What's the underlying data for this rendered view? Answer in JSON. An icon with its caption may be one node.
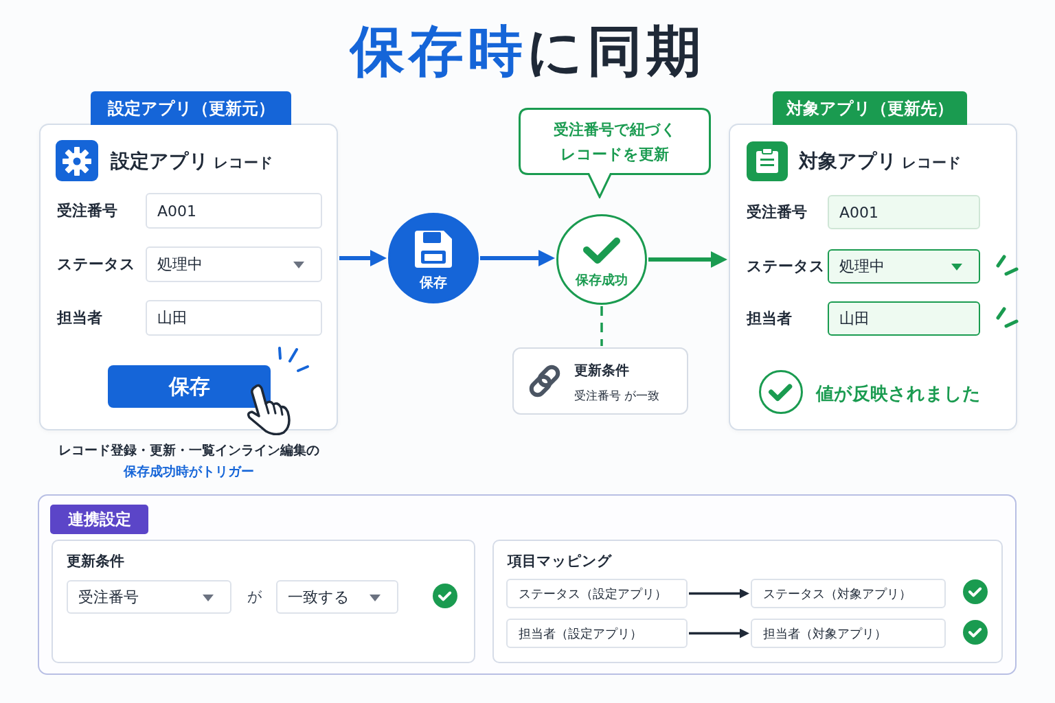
{
  "diagram": {
    "title": "保存時に同期",
    "nodes": [
      {
        "text": [
          "設定アプリ（更新元）",
          "**設定アプリ** レコード"
        ],
        "beside": [
          "レコード登録・更新・一覧インライン編集の",
          "保存成功時がトリガー"
        ]
      },
      {
        "text": [
          "A001"
        ],
        "in": 0,
        "beside": [
          "受注番号"
        ]
      },
      {
        "text": [
          "処理中"
        ],
        "in": 0,
        "beside": [
          "ステータス"
        ]
      },
      {
        "text": [
          "山田"
        ],
        "in": 0,
        "beside": [
          "担当者"
        ]
      },
      {
        "text": [
          "保存"
        ],
        "in": 0
      },
      {
        "text": [
          "保存"
        ]
      },
      {
        "text": [
          "受注番号で紐づくレコードを更新"
        ]
      },
      {
        "text": [
          "保存成功"
        ]
      },
      {
        "text": [
          "更新条件",
          "受注番号 が一致"
        ]
      },
      {
        "text": [
          "対象アプリ（更新先）",
          "**対象アプリ** レコード"
        ]
      },
      {
        "text": [
          "A001"
        ],
        "in": 9,
        "beside": [
          "受注番号"
        ]
      },
      {
        "text": [
          "処理中"
        ],
        "in": 9,
        "beside": [
          "ステータス"
        ]
      },
      {
        "text": [
          "山田"
        ],
        "in": 9,
        "beside": [
          "担当者"
        ]
      },
      {
        "text": [
          "連携設定"
        ]
      },
      {
        "text": [
          "更新条件"
        ],
        "in": 13
      },
      {
        "text": [
          "受注番号"
        ],
        "in": 14
      },
      {
        "text": [
          "一致する"
        ],
        "in": 14
      },
      {
        "text": [
          "項目マッピング"
        ],
        "in": 13
      },
      {
        "text": [
          "ステータス（設定アプリ）"
        ],
        "in": 17
      },
      {
        "text": [
          "ステータス（対象アプリ）"
        ],
        "in": 17
      },
      {
        "text": [
          "担当者（設定アプリ）"
        ],
        "in": 17
      },
      {
        "text": [
          "担当者（対象アプリ）"
        ],
        "in": 17
      }
    ],
    "edges": [
      {
        "from": 0,
        "to": 5,
        "arrow": "to"
      },
      {
        "from": 5,
        "to": 7,
        "arrow": "to"
      },
      {
        "from": 7,
        "to": 9,
        "arrow": "to",
        "color": "#1a9b50"
      },
      {
        "from": 7,
        "to": 8,
        "arrow": "none",
        "style": "dashed",
        "color": "#1a9b50"
      },
      {
        "from": 18,
        "to": 19,
        "arrow": "to",
        "color": "#1f2937"
      },
      {
        "from": 20,
        "to": 21,
        "arrow": "to",
        "color": "#1f2937"
      }
    ],
    "labels": [
      "値が反映されました",
      "が"
    ]
  }
}
